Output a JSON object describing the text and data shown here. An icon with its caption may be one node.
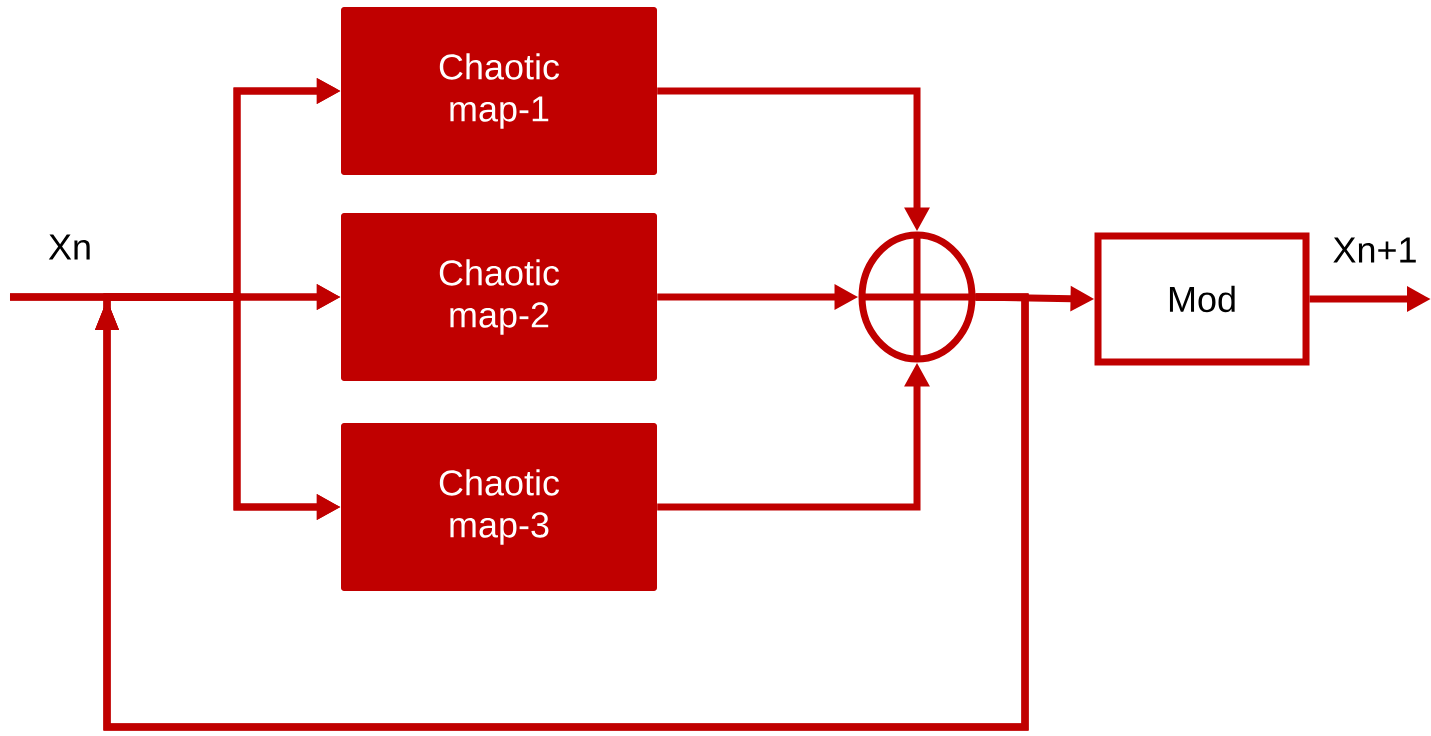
{
  "diagram": {
    "nodes": [
      {
        "text": [
          "Chaotic map-1"
        ]
      },
      {
        "text": [
          "Chaotic map-2"
        ]
      },
      {
        "text": [
          "Chaotic map-3"
        ]
      },
      {
        "text": [],
        "shape": "circle"
      },
      {
        "text": [
          "Mod"
        ]
      }
    ],
    "edges": [
      {
        "from": null,
        "to": 1,
        "arrow": "to"
      },
      {
        "from": null,
        "to": 0,
        "arrow": "to"
      },
      {
        "from": null,
        "to": 2,
        "arrow": "to"
      },
      {
        "from": 0,
        "to": 3,
        "arrow": "to"
      },
      {
        "from": 1,
        "to": 3,
        "arrow": "to"
      },
      {
        "from": 2,
        "to": 3,
        "arrow": "to"
      },
      {
        "from": 3,
        "to": 4,
        "arrow": "to"
      },
      {
        "from": 4,
        "to": null,
        "arrow": "to"
      },
      {
        "from": 3,
        "to": 0,
        "arrow": "to"
      },
      {
        "from": 3,
        "to": 1,
        "arrow": "to"
      },
      {
        "from": 3,
        "to": 2,
        "arrow": "to"
      }
    ],
    "labels": [
      "Xn",
      "Xn+1"
    ]
  }
}
